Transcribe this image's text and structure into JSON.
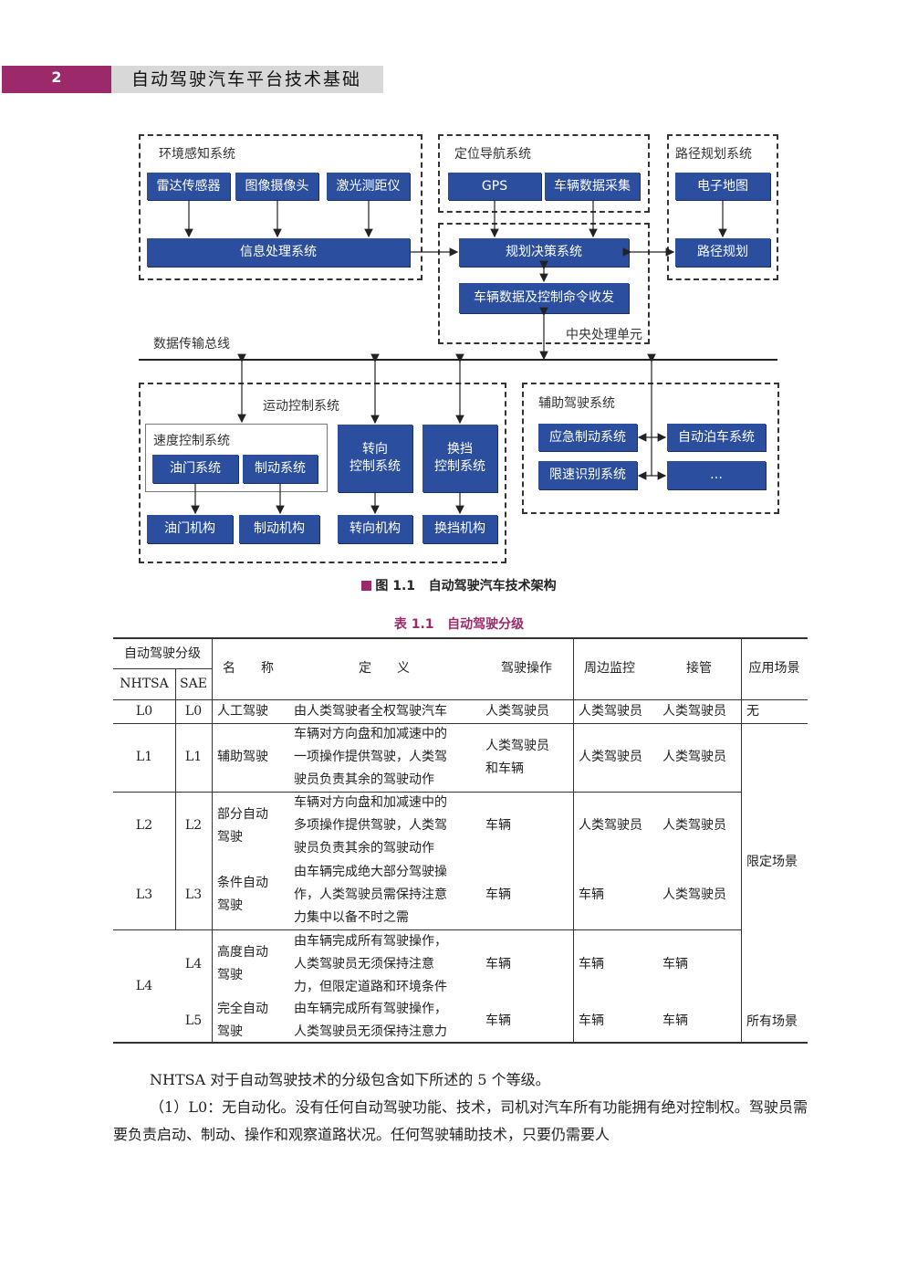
{
  "header": {
    "page_number": "2",
    "book_title": "自动驾驶汽车平台技术基础"
  },
  "diagram": {
    "groups": {
      "env": "环境感知系统",
      "nav": "定位导航系统",
      "path": "路径规划系统",
      "cpu": "中央处理单元",
      "bus": "数据传输总线",
      "motion": "运动控制系统",
      "speed": "速度控制系统",
      "assist": "辅助驾驶系统"
    },
    "boxes": {
      "radar": "雷达传感器",
      "camera": "图像摄像头",
      "lidar": "激光测距仪",
      "info": "信息处理系统",
      "gps": "GPS",
      "vehicle_data": "车辆数据采集",
      "map": "电子地图",
      "planning": "规划决策系统",
      "route": "路径规划",
      "cmd": "车辆数据及控制命令收发",
      "throttle_sys": "油门系统",
      "brake_sys": "制动系统",
      "steer_ctrl_1": "转向",
      "steer_ctrl_2": "控制系统",
      "shift_ctrl_1": "换挡",
      "shift_ctrl_2": "控制系统",
      "throttle_mech": "油门机构",
      "brake_mech": "制动机构",
      "steer_mech": "转向机构",
      "shift_mech": "换挡机构",
      "emergency": "应急制动系统",
      "parking": "自动泊车系统",
      "speed_limit": "限速识别系统",
      "more": "…"
    }
  },
  "figure_caption": {
    "number": "图 1.1",
    "text": "自动驾驶汽车技术架构"
  },
  "table_caption": {
    "number": "表 1.1",
    "text": "自动驾驶分级"
  },
  "table": {
    "headers": {
      "level": "自动驾驶分级",
      "nhtsa": "NHTSA",
      "sae": "SAE",
      "name": "名　　称",
      "definition": "定　　义",
      "operation": "驾驶操作",
      "monitor": "周边监控",
      "takeover": "接管",
      "scenario": "应用场景"
    },
    "rows": [
      {
        "nhtsa": "L0",
        "sae": "L0",
        "name": [
          "人工驾驶"
        ],
        "definition": [
          "由人类驾驶者全权驾驶汽车"
        ],
        "operation": [
          "人类驾驶员"
        ],
        "monitor": "人类驾驶员",
        "takeover": "人类驾驶员"
      },
      {
        "nhtsa": "L1",
        "sae": "L1",
        "name": [
          "辅助驾驶"
        ],
        "definition": [
          "车辆对方向盘和加减速中的",
          "一项操作提供驾驶，人类驾",
          "驶员负责其余的驾驶动作"
        ],
        "operation": [
          "人类驾驶员",
          "和车辆"
        ],
        "monitor": "人类驾驶员",
        "takeover": "人类驾驶员"
      },
      {
        "nhtsa": "L2",
        "sae": "L2",
        "name": [
          "部分自动",
          "驾驶"
        ],
        "definition": [
          "车辆对方向盘和加减速中的",
          "多项操作提供驾驶，人类驾",
          "驶员负责其余的驾驶动作"
        ],
        "operation": [
          "车辆"
        ],
        "monitor": "人类驾驶员",
        "takeover": "人类驾驶员"
      },
      {
        "nhtsa": "L3",
        "sae": "L3",
        "name": [
          "条件自动",
          "驾驶"
        ],
        "definition": [
          "由车辆完成绝大部分驾驶操",
          "作，人类驾驶员需保持注意",
          "力集中以备不时之需"
        ],
        "operation": [
          "车辆"
        ],
        "monitor": "车辆",
        "takeover": "人类驾驶员"
      },
      {
        "nhtsa": "L4",
        "sae": "L4",
        "name": [
          "高度自动",
          "驾驶"
        ],
        "definition": [
          "由车辆完成所有驾驶操作，",
          "人类驾驶员无须保持注意",
          "力，但限定道路和环境条件"
        ],
        "operation": [
          "车辆"
        ],
        "monitor": "车辆",
        "takeover": "车辆"
      },
      {
        "nhtsa": "",
        "sae": "L5",
        "name": [
          "完全自动",
          "驾驶"
        ],
        "definition": [
          "由车辆完成所有驾驶操作，",
          "人类驾驶员无须保持注意力"
        ],
        "operation": [
          "车辆"
        ],
        "monitor": "车辆",
        "takeover": "车辆"
      }
    ],
    "scenarios": {
      "l0": "无",
      "limited": "限定场景",
      "all": "所有场景"
    }
  },
  "body": {
    "p1": "NHTSA 对于自动驾驶技术的分级包含如下所述的 5 个等级。",
    "p2": "（1）L0：无自动化。没有任何自动驾驶功能、技术，司机对汽车所有功能拥有绝对控制权。驾驶员需要负责启动、制动、操作和观察道路状况。任何驾驶辅助技术，只要仍需要人"
  }
}
